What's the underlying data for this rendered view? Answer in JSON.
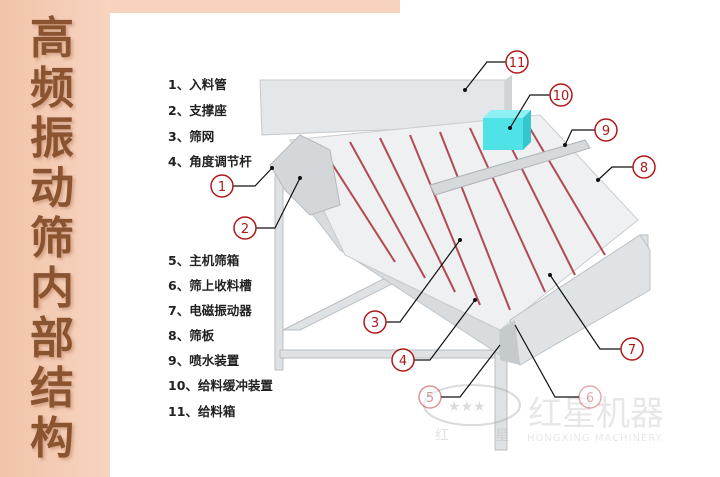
{
  "title": [
    "高",
    "频",
    "振",
    "动",
    "筛",
    "内",
    "部",
    "结",
    "构"
  ],
  "legend": [
    "1、入料管",
    "2、支撑座",
    "3、筛网",
    "4、角度调节杆",
    "5、主机筛箱",
    "6、筛上收料槽",
    "7、电磁振动器",
    "8、筛板",
    "9、喷水装置",
    "10、给料缓冲装置",
    "11、给料箱"
  ],
  "callouts": [
    "1",
    "2",
    "3",
    "4",
    "5",
    "6",
    "7",
    "8",
    "9",
    "10",
    "11"
  ],
  "watermark": {
    "brand_cn": "红星机器",
    "brand_en": "HONGXING MACHINERY",
    "logo_chars": [
      "红",
      "星"
    ]
  },
  "colors": {
    "title": "#8a5431",
    "callout": "#b01818",
    "rail": "#b24a55",
    "vibrator": "#4fe3e8",
    "background": "#f7d2bd"
  }
}
